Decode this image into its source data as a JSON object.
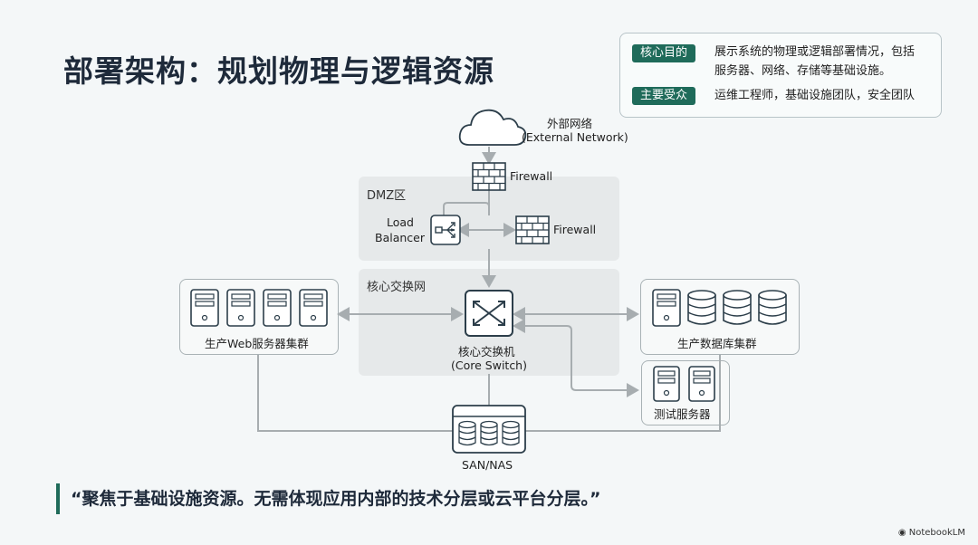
{
  "title": "部署架构：规划物理与逻辑资源",
  "info": {
    "purpose_tag": "核心目的",
    "purpose_text_1": "展示系统的物理或逻辑部署情况，包括",
    "purpose_text_2": "服务器、网络、存储等基础设施。",
    "audience_tag": "主要受众",
    "audience_text": "运维工程师，基础设施团队，安全团队"
  },
  "diagram": {
    "external_network_1": "外部网络",
    "external_network_2": "(External Network)",
    "firewall_top": "Firewall",
    "dmz_label": "DMZ区",
    "load_balancer_1": "Load",
    "load_balancer_2": "Balancer",
    "firewall_dmz": "Firewall",
    "core_zone_label": "核心交换网",
    "core_switch_1": "核心交换机",
    "core_switch_2": "(Core Switch)",
    "web_cluster": "生产Web服务器集群",
    "db_cluster": "生产数据库集群",
    "test_servers": "测试服务器",
    "storage": "SAN/NAS"
  },
  "quote": "“聚焦于基础设施资源。无需体现应用内部的技术分层或云平台分层。”",
  "brand": "NotebookLM",
  "colors": {
    "accent": "#1f6b5a",
    "title": "#1e2a3a",
    "line": "#a7adb0"
  }
}
